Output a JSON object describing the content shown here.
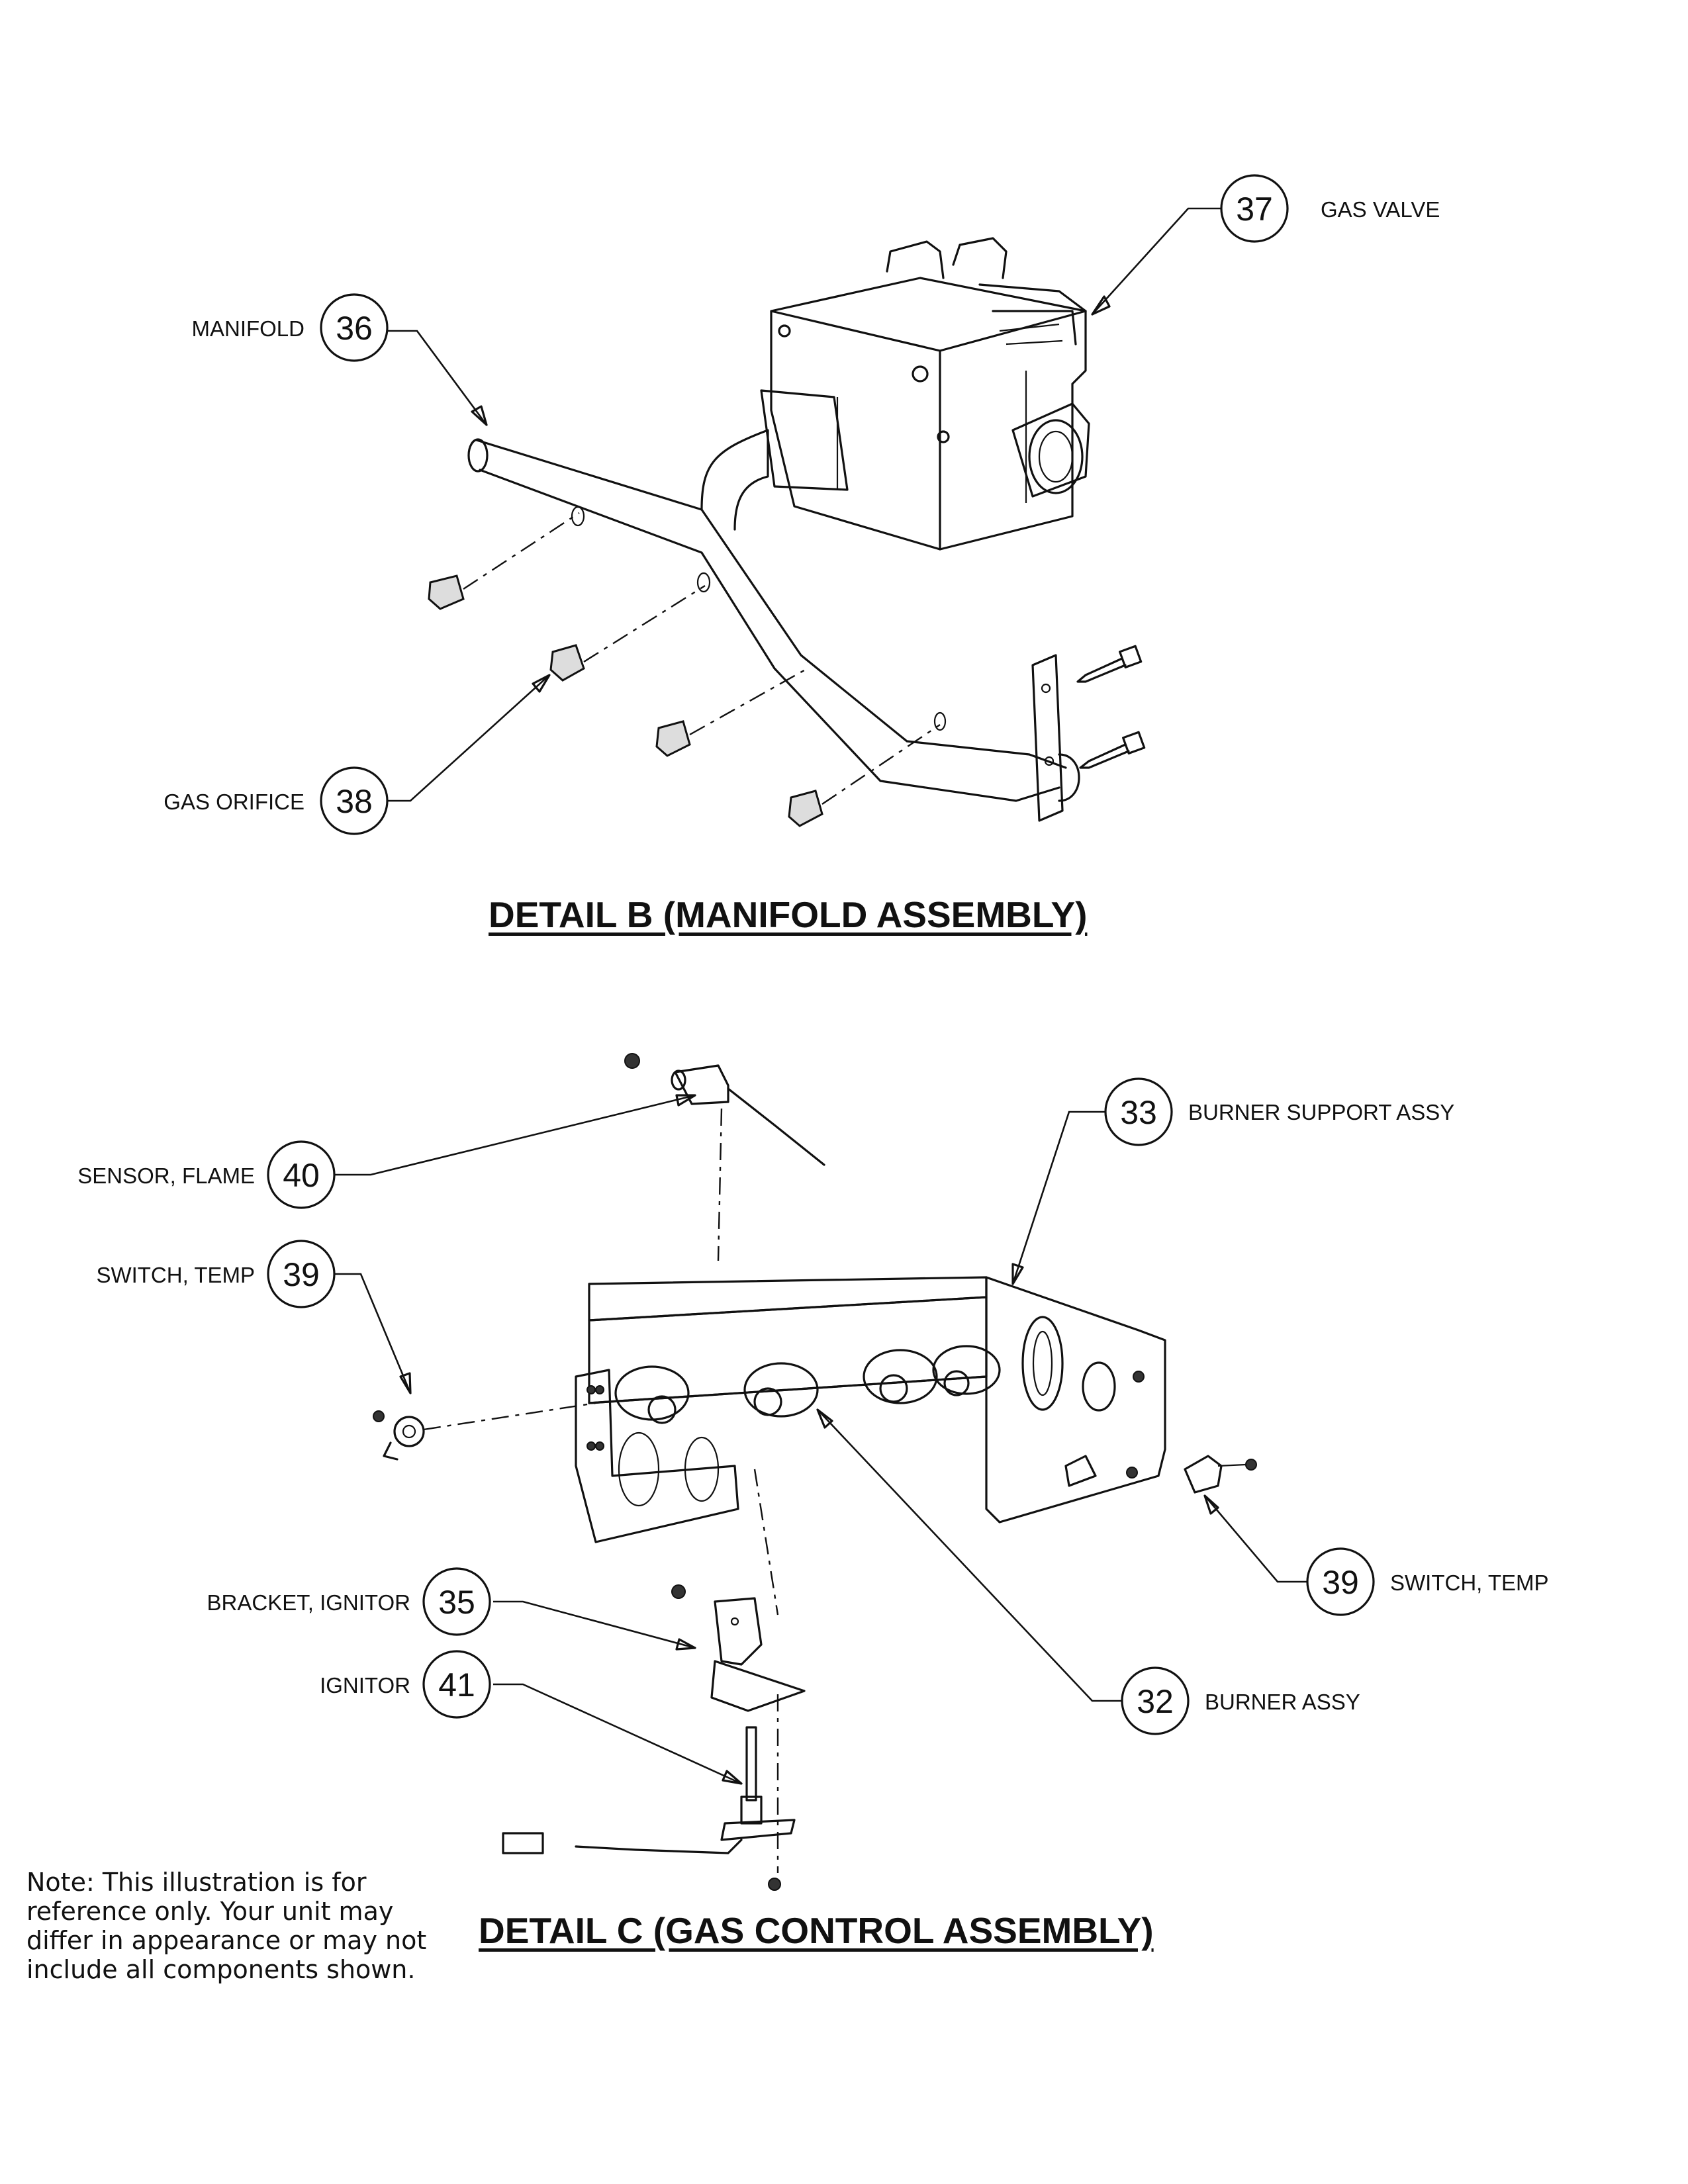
{
  "detail_b": {
    "title": "DETAIL B (MANIFOLD ASSEMBLY)",
    "callouts": [
      {
        "number": "37",
        "label": "GAS VALVE"
      },
      {
        "number": "36",
        "label": "MANIFOLD"
      },
      {
        "number": "38",
        "label": "GAS ORIFICE"
      }
    ]
  },
  "detail_c": {
    "title": "DETAIL C (GAS CONTROL ASSEMBLY)",
    "callouts": [
      {
        "number": "33",
        "label": "BURNER SUPPORT ASSY"
      },
      {
        "number": "40",
        "label": "SENSOR, FLAME"
      },
      {
        "number": "39",
        "label": "SWITCH, TEMP"
      },
      {
        "number": "39",
        "label": "SWITCH, TEMP"
      },
      {
        "number": "35",
        "label": "BRACKET, IGNITOR"
      },
      {
        "number": "41",
        "label": "IGNITOR"
      },
      {
        "number": "32",
        "label": "BURNER ASSY"
      }
    ]
  },
  "note": "Note: This illustration is for reference only. Your unit may differ in appearance or may not include all components shown."
}
